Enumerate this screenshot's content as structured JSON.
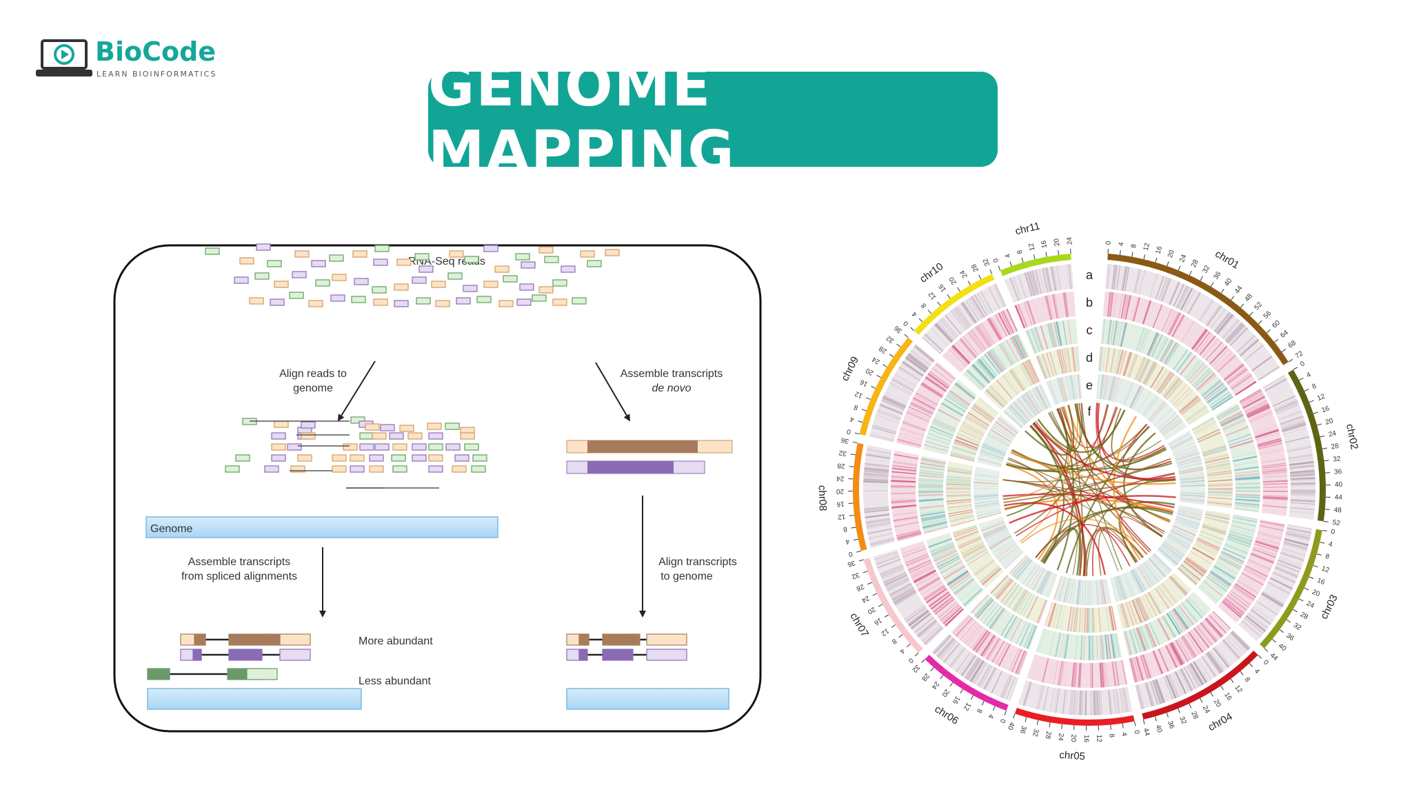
{
  "brand": {
    "name": "BioCode",
    "tagline": "LEARN BIOINFORMATICS"
  },
  "title": "GENOME MAPPING",
  "workflow": {
    "reads_label": "RNA-Seq reads",
    "left_step1": [
      "Align reads to",
      "genome"
    ],
    "right_step1": [
      "Assemble transcripts",
      "de novo"
    ],
    "genome_label": "Genome",
    "left_step2": [
      "Assemble transcripts",
      "from spliced alignments"
    ],
    "right_step2": [
      "Align transcripts",
      "to genome"
    ],
    "more_abundant": "More abundant",
    "less_abundant": "Less abundant"
  },
  "circos": {
    "chromosomes": [
      {
        "name": "chr01",
        "length": 72,
        "color": "#8a5a14"
      },
      {
        "name": "chr02",
        "length": 52,
        "color": "#5e6414"
      },
      {
        "name": "chr03",
        "length": 44,
        "color": "#8f9a1c"
      },
      {
        "name": "chr04",
        "length": 44,
        "color": "#c8161c"
      },
      {
        "name": "chr05",
        "length": 40,
        "color": "#ea1d24"
      },
      {
        "name": "chr06",
        "length": 32,
        "color": "#e52aa8"
      },
      {
        "name": "chr07",
        "length": 36,
        "color": "#f6c7cb"
      },
      {
        "name": "chr08",
        "length": 36,
        "color": "#f28c16"
      },
      {
        "name": "chr09",
        "length": 36,
        "color": "#f6b515"
      },
      {
        "name": "chr10",
        "length": 32,
        "color": "#f4df15"
      },
      {
        "name": "chr11",
        "length": 24,
        "color": "#a8d81c"
      }
    ],
    "tracks": [
      "a",
      "b",
      "c",
      "d",
      "e",
      "f"
    ]
  }
}
